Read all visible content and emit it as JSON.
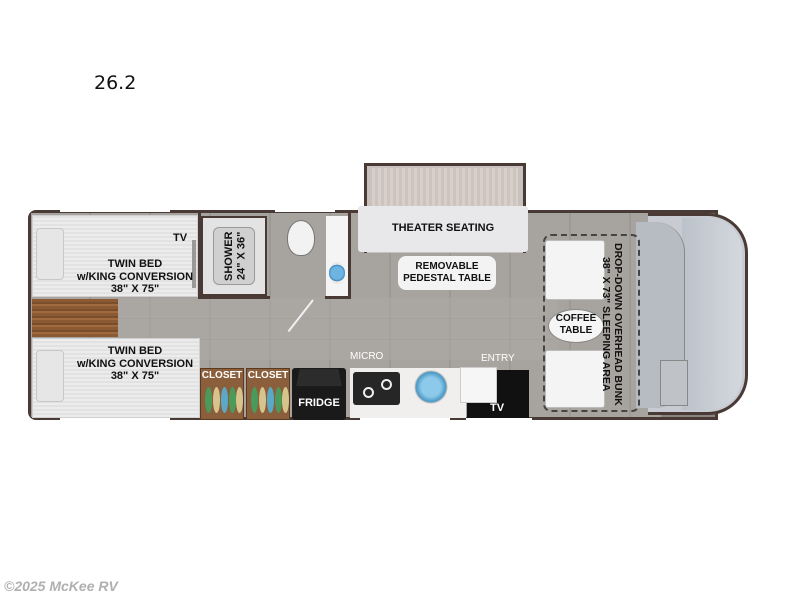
{
  "header": {
    "model_name": "26.2"
  },
  "footer": {
    "copyright": "©2025 McKee RV"
  },
  "floorplan": {
    "colors": {
      "wall": "#4a3a35",
      "floor": "#a29e9a",
      "cab": "#c8ccd2",
      "wood": "#8b5a33"
    },
    "rooms": {
      "bed_top": {
        "title": "TWIN BED",
        "subtitle": "w/KING CONVERSION",
        "size": "38\" X 75\"",
        "tv": "TV"
      },
      "bed_bottom": {
        "title": "TWIN BED",
        "subtitle": "w/KING CONVERSION",
        "size": "38\" X 75\""
      },
      "shower": {
        "title": "SHOWER",
        "size": "24\" X 36\""
      },
      "theater": {
        "label": "THEATER SEATING"
      },
      "table": {
        "line1": "REMOVABLE",
        "line2": "PEDESTAL TABLE"
      },
      "closets": [
        "CLOSET",
        "CLOSET"
      ],
      "fridge": "FRIDGE",
      "micro": "MICRO",
      "entry": "ENTRY",
      "entry_tv": "TV",
      "coffee_table": {
        "line1": "COFFEE",
        "line2": "TABLE"
      },
      "bunk": {
        "line1": "DROP-DOWN OVERHEAD BUNK",
        "line2": "38\" X 73\" SLEEPING AREA"
      }
    }
  }
}
